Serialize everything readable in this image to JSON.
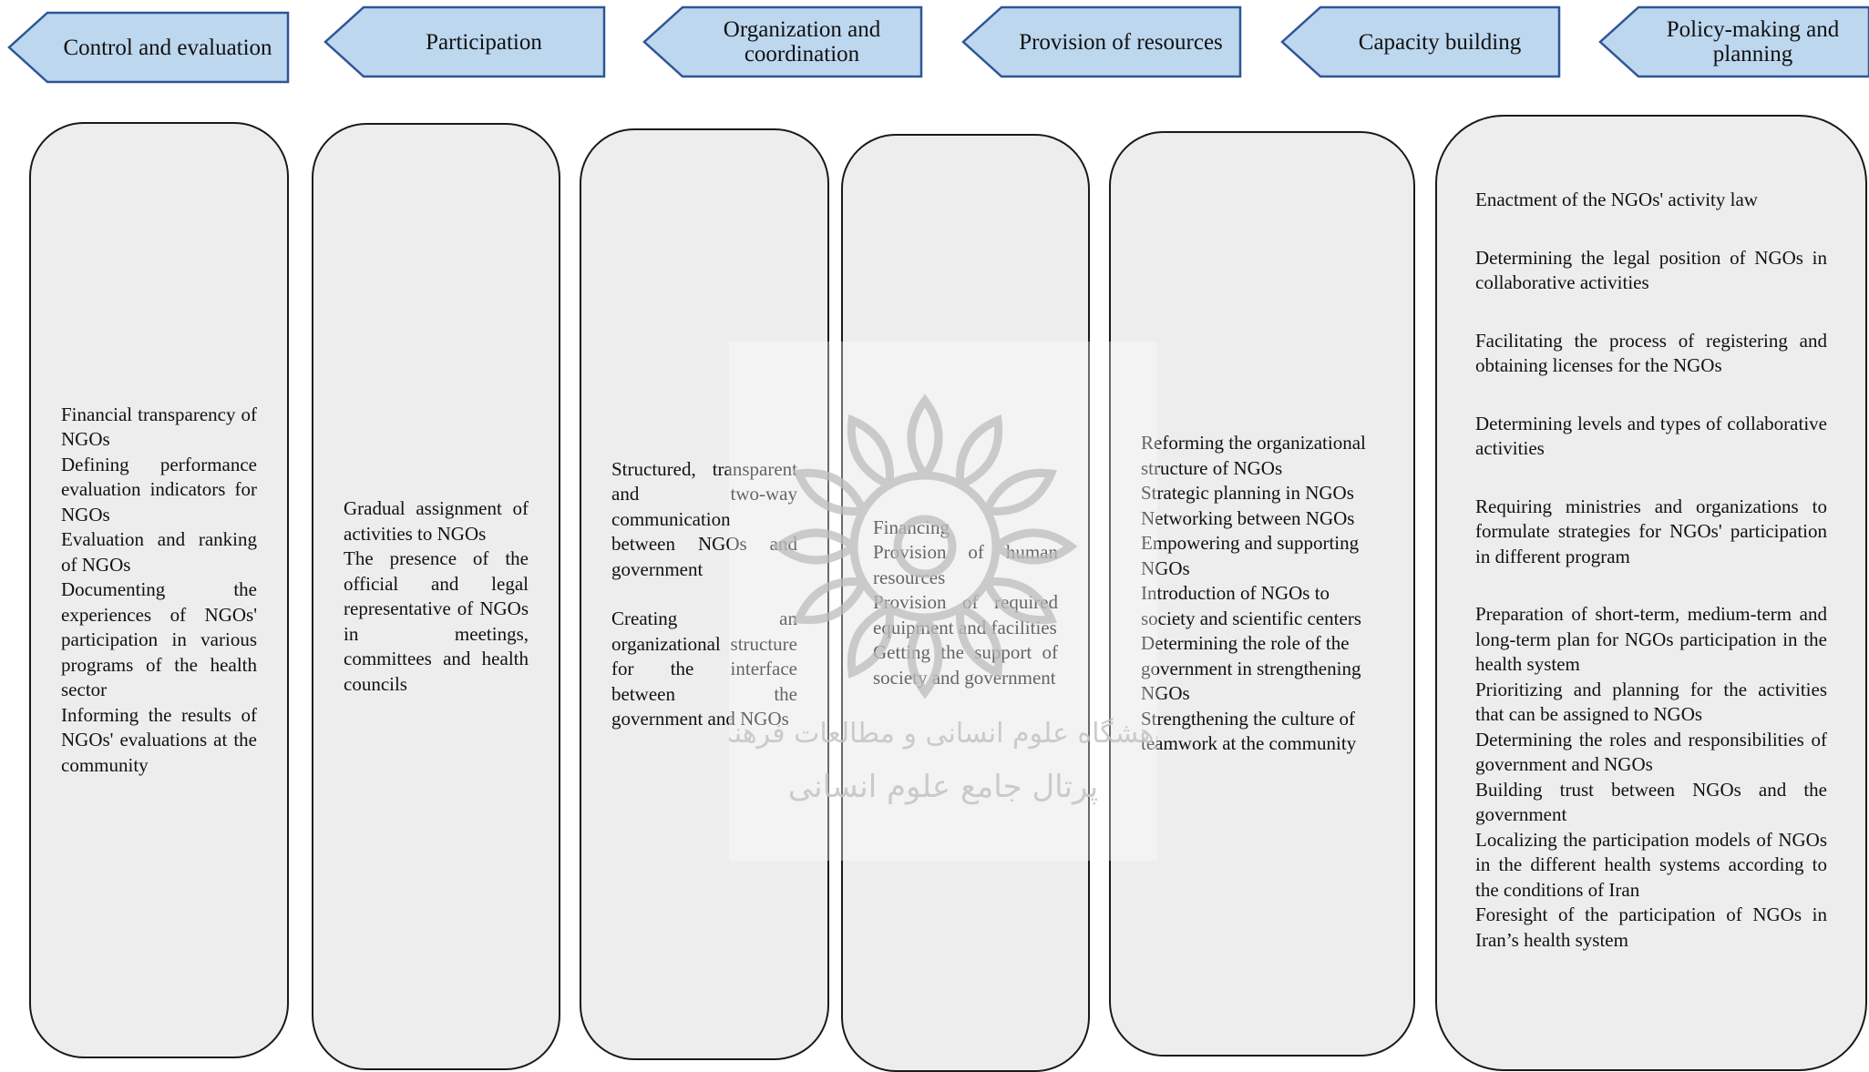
{
  "diagram": {
    "headers": [
      {
        "id": "control",
        "label": "Control and evaluation"
      },
      {
        "id": "participation",
        "label": "Participation"
      },
      {
        "id": "organization",
        "label": "Organization and coordination"
      },
      {
        "id": "resources",
        "label": "Provision of resources"
      },
      {
        "id": "capacity",
        "label": "Capacity building"
      },
      {
        "id": "policy",
        "label": "Policy-making and planning"
      }
    ],
    "columns": {
      "control": {
        "items": [
          "Financial transparency of NGOs",
          "Defining performance evaluation indicators for NGOs",
          "Evaluation and ranking of NGOs",
          "Documenting the experiences of NGOs' participation in various programs of the health sector",
          "Informing the results of NGOs' evaluations at the community"
        ]
      },
      "participation": {
        "items": [
          "Gradual assignment of activities to NGOs",
          "The presence of the official and legal representative of NGOs in meetings, committees and health councils"
        ]
      },
      "organization": {
        "items": [
          "Structured, transparent and two-way communication between NGOs and government",
          "Creating an organizational structure for the interface between the government and NGOs"
        ]
      },
      "resources": {
        "items": [
          "Financing",
          "Provision of human resources",
          "Provision of required equipment and facilities",
          "Getting the support of society and government"
        ]
      },
      "capacity": {
        "items": [
          "Reforming the organizational structure of NGOs",
          "Strategic planning in NGOs",
          "Networking between NGOs",
          "Empowering and supporting NGOs",
          "Introduction of NGOs to society and scientific centers",
          "Determining the role of the government in strengthening NGOs",
          "Strengthening the culture of teamwork at the community"
        ]
      },
      "policy": {
        "items": [
          "Enactment of the NGOs' activity law",
          "Determining the legal position of NGOs in collaborative activities",
          "Facilitating the process of registering and obtaining licenses for the NGOs",
          "Determining levels and types of collaborative activities",
          "Requiring ministries and organizations to formulate strategies for NGOs' participation in different program",
          "Preparation of short-term, medium-term and long-term plan for NGOs participation in the health system",
          "Prioritizing and planning for the activities that can be assigned to NGOs",
          "Determining the roles and responsibilities of government and NGOs",
          "Building trust between NGOs and the government",
          "Localizing the participation models of NGOs in the different health systems according to the conditions of Iran",
          "Foresight of the participation of NGOs in Iran’s health system"
        ]
      }
    },
    "colors": {
      "arrow_fill": "#bdd7ee",
      "arrow_stroke": "#2f5597",
      "box_fill": "#ededed",
      "box_stroke": "#1a1a1a"
    }
  },
  "watermark": {
    "line1": "پژوهشگاه علوم انسانی و مطالعات فرهنگی",
    "line2": "پرتال جامع علوم انسانی"
  }
}
